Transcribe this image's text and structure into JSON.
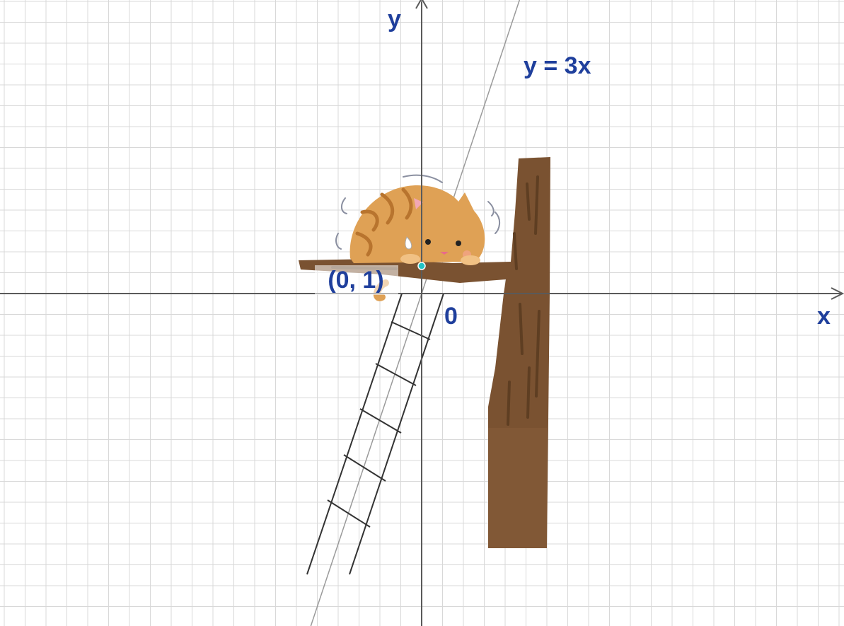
{
  "graph": {
    "x_axis_label": "x",
    "y_axis_label": "y",
    "origin_label": "0",
    "equation_label": "y = 3x",
    "point_label": "(0, 1)",
    "slope": 3,
    "intercept": 0,
    "point": {
      "x": 0,
      "y": 1
    },
    "grid": true,
    "label_color": "#1f3f9c",
    "axis_color": "#5a5a5a",
    "grid_color": "#d8d8d8",
    "line_color": "#9a9a9a",
    "point_color": "#22c4c4"
  },
  "illustration": {
    "subjects": [
      "cat-icon",
      "tree-icon",
      "ladder-icon"
    ],
    "tree_color": "#7a5231",
    "cat_color": "#dfa155"
  }
}
